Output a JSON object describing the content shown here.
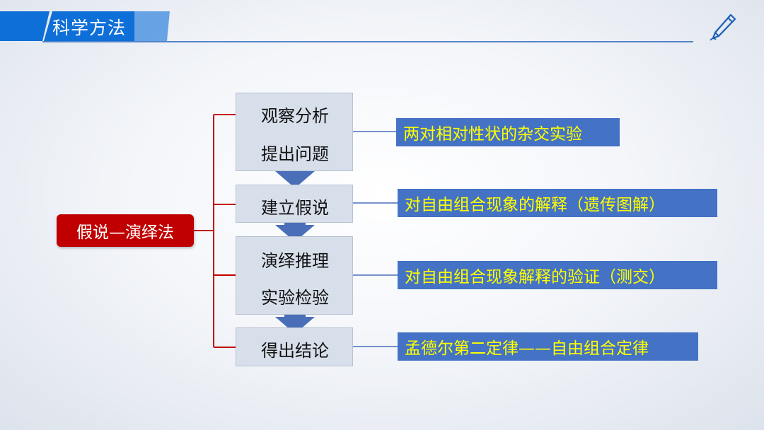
{
  "header": {
    "title": "科学方法"
  },
  "main_node": {
    "label": "假说—演绎法"
  },
  "steps": [
    {
      "lines": [
        "观察分析",
        "提出问题"
      ]
    },
    {
      "lines": [
        "建立假说"
      ]
    },
    {
      "lines": [
        "演绎推理",
        "实验检验"
      ]
    },
    {
      "lines": [
        "得出结论"
      ]
    }
  ],
  "results": [
    "两对相对性状的杂交实验",
    "对自由组合现象的解释（遗传图解）",
    "对自由组合现象解释的验证（测交）",
    "孟德尔第二定律——自由组合定律"
  ],
  "colors": {
    "header_blue": "#0f6fd8",
    "main_red": "#c00000",
    "result_blue": "#4472c4",
    "result_text": "#ffff00",
    "step_fill": "#d7dfea",
    "arrow_blue": "#4a6fb8",
    "bracket_red": "#c00000"
  }
}
